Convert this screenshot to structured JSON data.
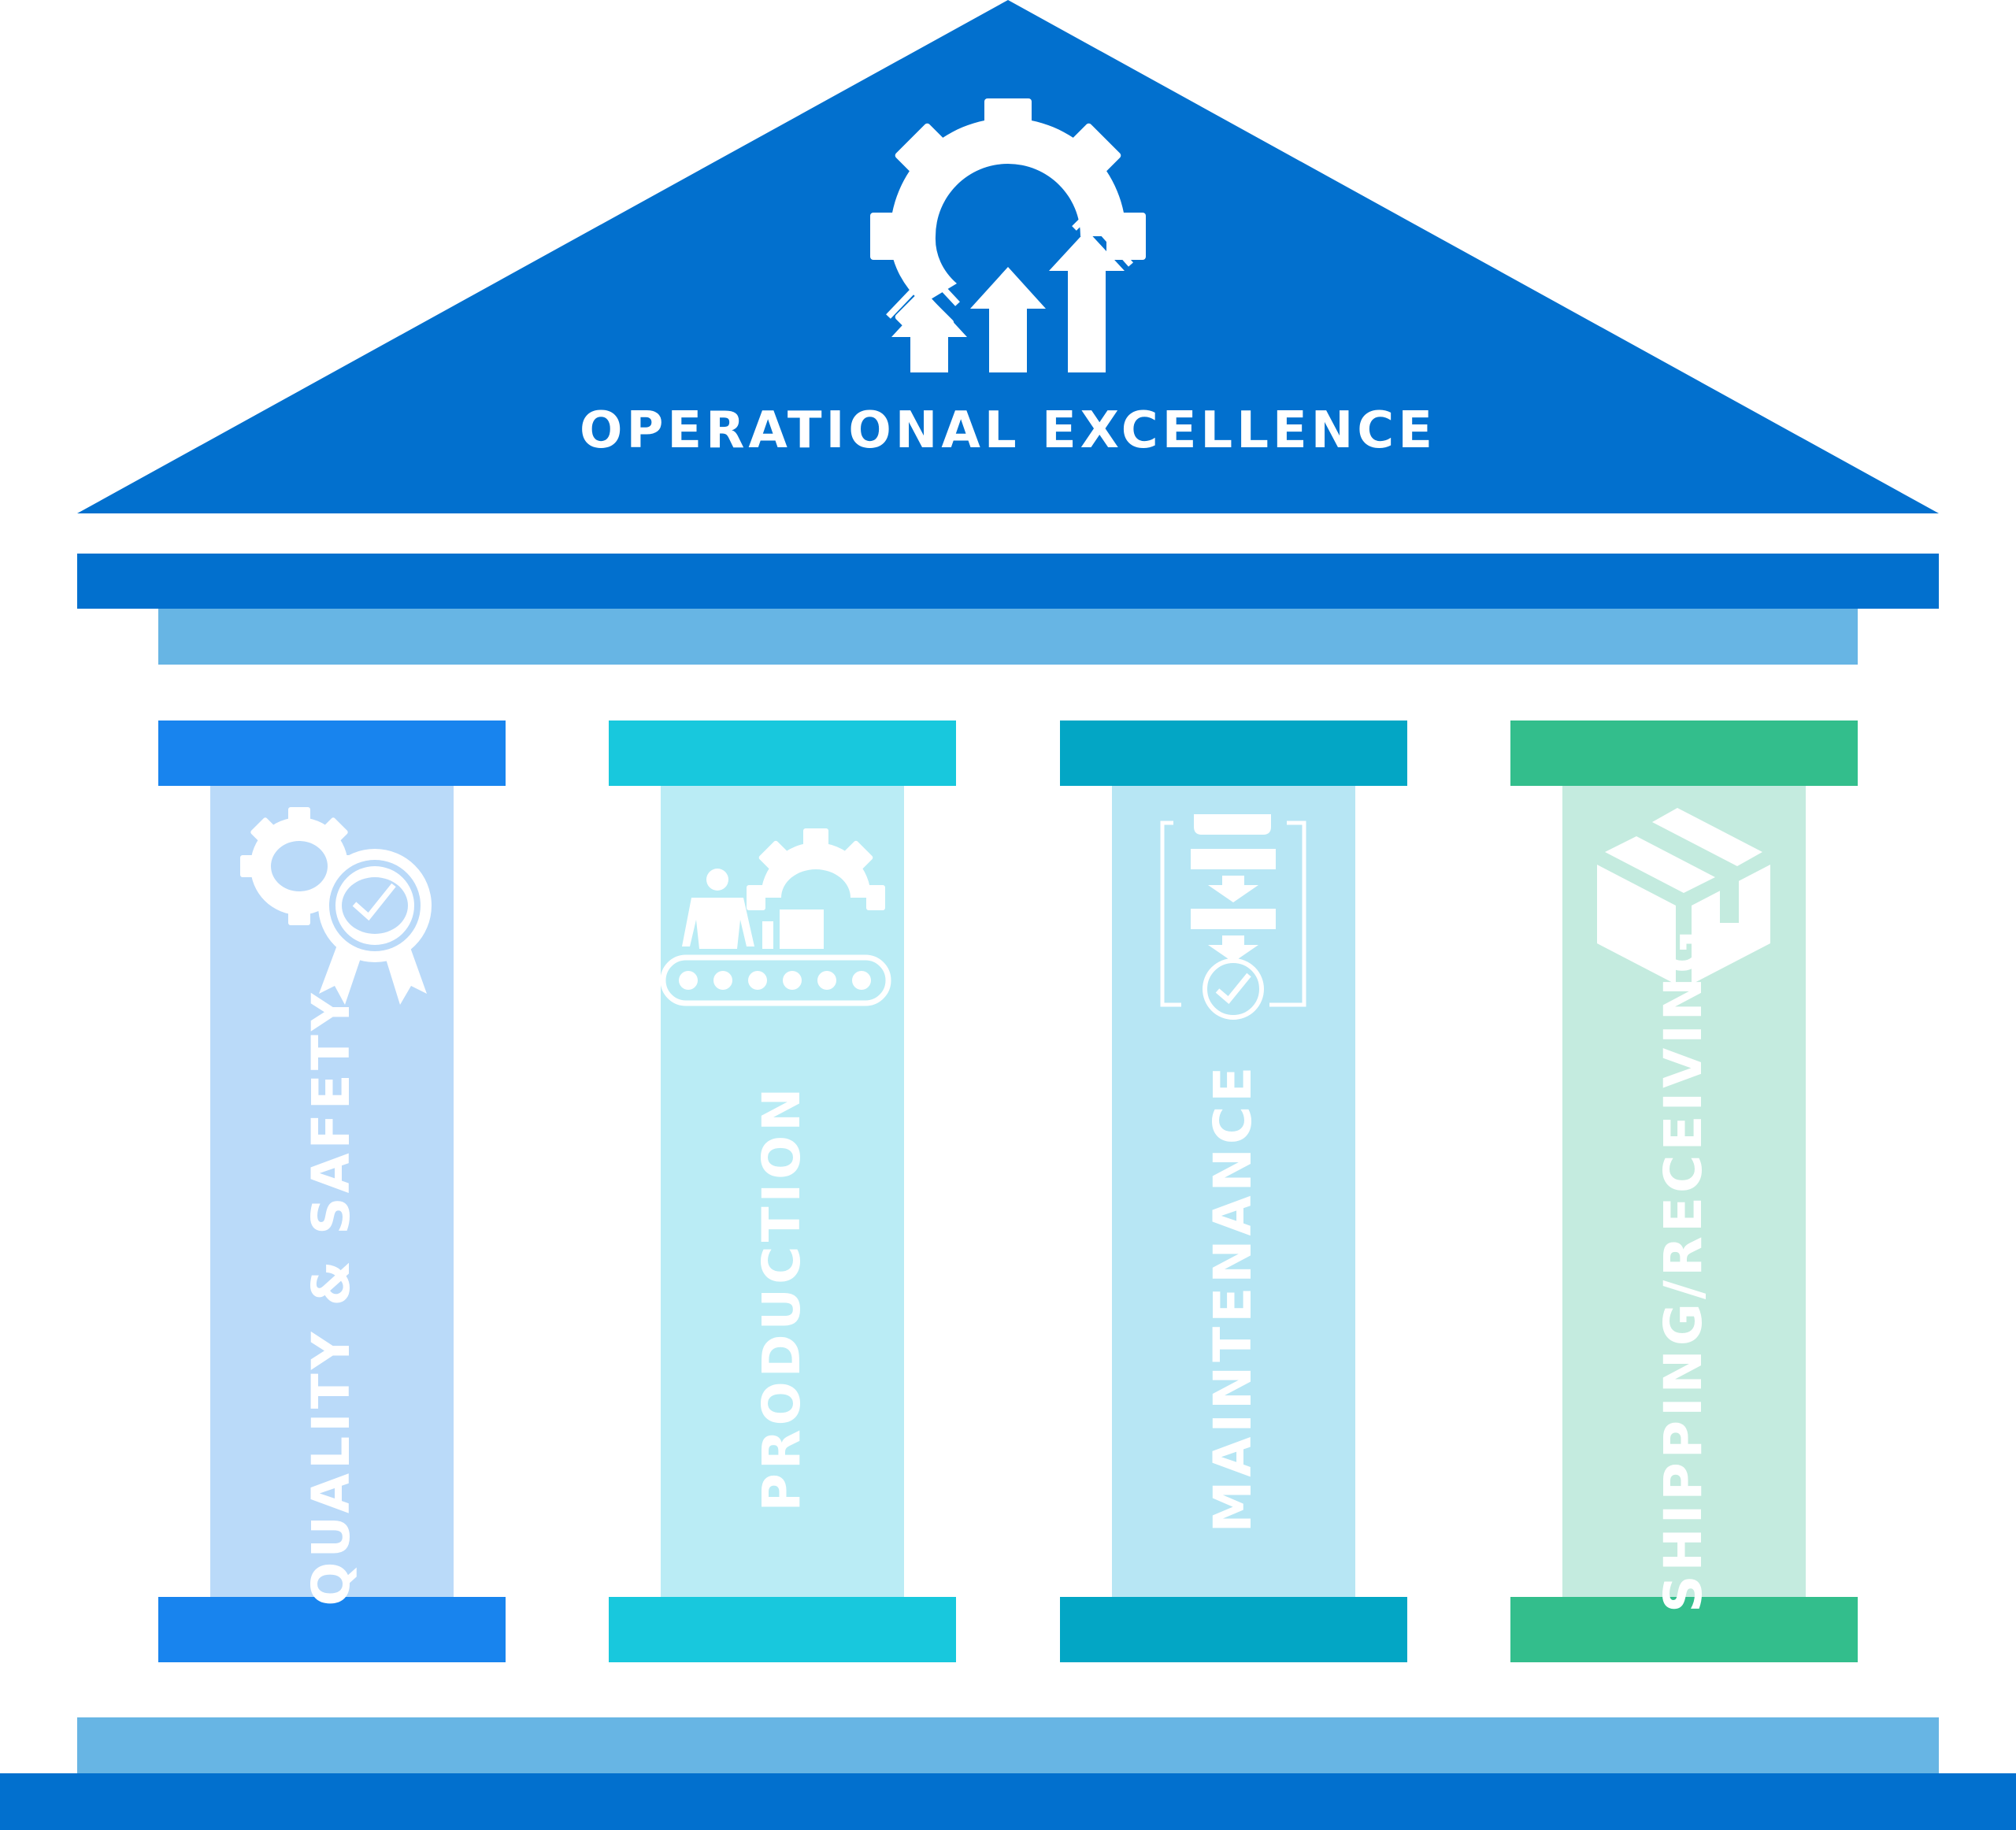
{
  "title": "OPERATIONAL EXCELLENCE",
  "title_icon": "gear-with-growth-arrows-icon",
  "colors": {
    "roof": "#0270CE",
    "frieze_dark": "#0270CE",
    "frieze_light": "#67B5E4",
    "base_light": "#67B5E4",
    "base_dark": "#0270CE"
  },
  "pillars": [
    {
      "label": "QUALITY & SAFETY",
      "icon": "gear-award-ribbon-icon",
      "cap_color": "#1884EE",
      "shaft_color": "#BADAF9"
    },
    {
      "label": "PRODUCTION",
      "icon": "worker-gear-conveyor-icon",
      "cap_color": "#18C8DD",
      "shaft_color": "#BAECF5"
    },
    {
      "label": "MAINTENANCE",
      "icon": "clipboard-checklist-icon",
      "cap_color": "#03A6C5",
      "shaft_color": "#B7E6F4"
    },
    {
      "label": "SHIPPING/RECEIVING",
      "icon": "open-box-icon",
      "cap_color": "#33BE8C",
      "shaft_color": "#C4EBDF"
    }
  ]
}
